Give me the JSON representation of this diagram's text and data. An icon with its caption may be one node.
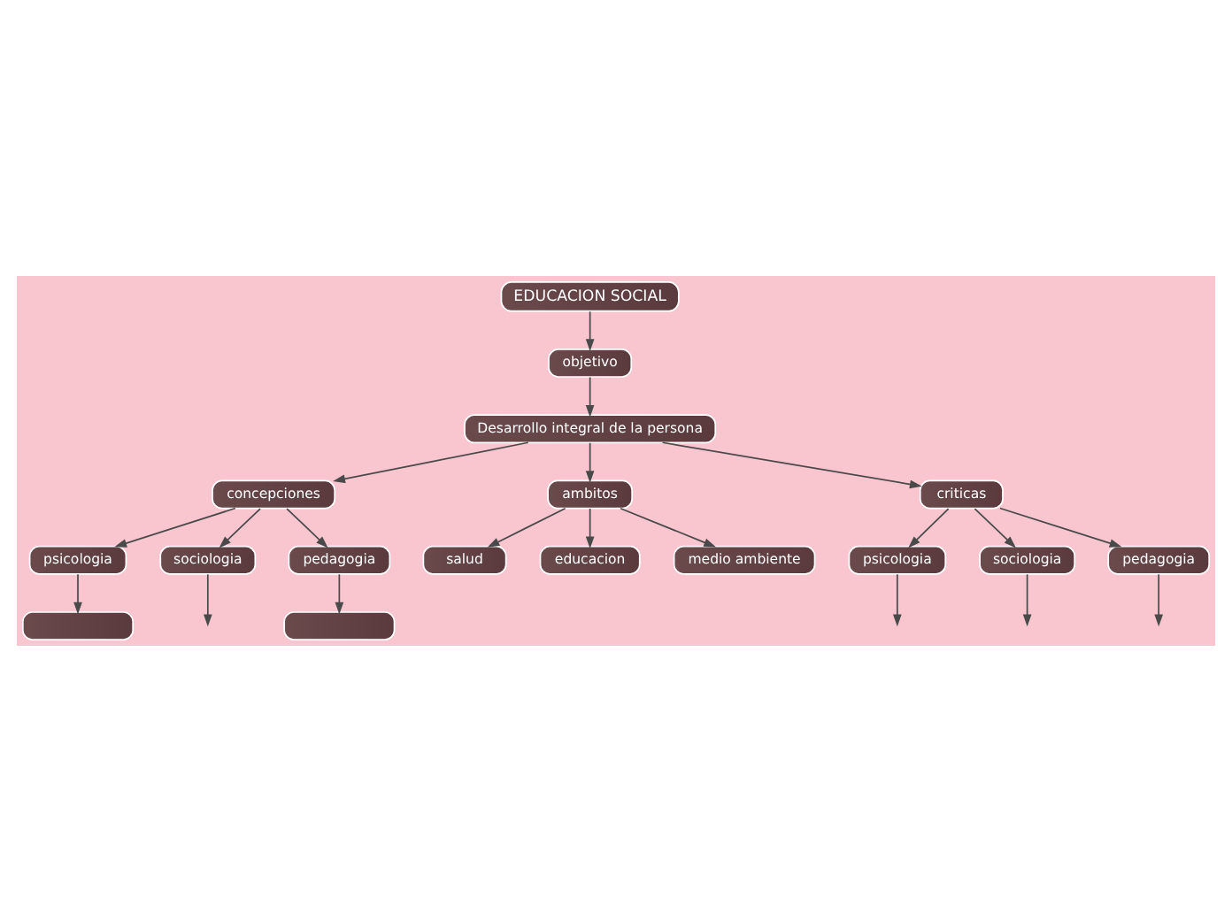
{
  "diagram": {
    "nodes": [
      {
        "text": [
          "EDUCACION SOCIAL"
        ]
      },
      {
        "text": [
          "objetivo"
        ]
      },
      {
        "text": [
          "Desarrollo integral de la persona"
        ]
      },
      {
        "text": [
          "concepciones"
        ]
      },
      {
        "text": [
          "ambitos"
        ]
      },
      {
        "text": [
          "criticas"
        ]
      },
      {
        "text": [
          "salud"
        ]
      },
      {
        "text": [
          "educacion"
        ]
      },
      {
        "text": [
          "medio ambiente"
        ]
      },
      {
        "text": [
          "psicologia"
        ]
      },
      {
        "text": [
          "sociologia"
        ]
      },
      {
        "text": [
          "pedagogia"
        ]
      },
      {
        "text": [
          "psicologia"
        ]
      },
      {
        "text": [
          "sociologia"
        ]
      },
      {
        "text": [
          "pedagogia"
        ]
      },
      {
        "text": [],
        "shape": "box"
      },
      {
        "text": [],
        "shape": "box"
      }
    ],
    "edges": [
      {
        "from": 0,
        "to": 1,
        "arrow": "to"
      },
      {
        "from": 1,
        "to": 2,
        "arrow": "to"
      },
      {
        "from": 2,
        "to": 3,
        "arrow": "to"
      },
      {
        "from": 2,
        "to": 4,
        "arrow": "to"
      },
      {
        "from": 2,
        "to": 5,
        "arrow": "to"
      },
      {
        "from": 4,
        "to": 6,
        "arrow": "to"
      },
      {
        "from": 4,
        "to": 7,
        "arrow": "to"
      },
      {
        "from": 4,
        "to": 8,
        "arrow": "to"
      },
      {
        "from": 3,
        "to": 9,
        "arrow": "to"
      },
      {
        "from": 3,
        "to": 10,
        "arrow": "to"
      },
      {
        "from": 3,
        "to": 11,
        "arrow": "to"
      },
      {
        "from": 5,
        "to": 12,
        "arrow": "to"
      },
      {
        "from": 5,
        "to": 13,
        "arrow": "to"
      },
      {
        "from": 5,
        "to": 14,
        "arrow": "to"
      },
      {
        "from": 9,
        "to": 15,
        "arrow": "to"
      },
      {
        "from": 10,
        "to": null,
        "arrow": "to"
      },
      {
        "from": 11,
        "to": 16,
        "arrow": "to"
      },
      {
        "from": 12,
        "to": null,
        "arrow": "to"
      },
      {
        "from": 13,
        "to": null,
        "arrow": "to"
      },
      {
        "from": 14,
        "to": null,
        "arrow": "to"
      }
    ]
  }
}
